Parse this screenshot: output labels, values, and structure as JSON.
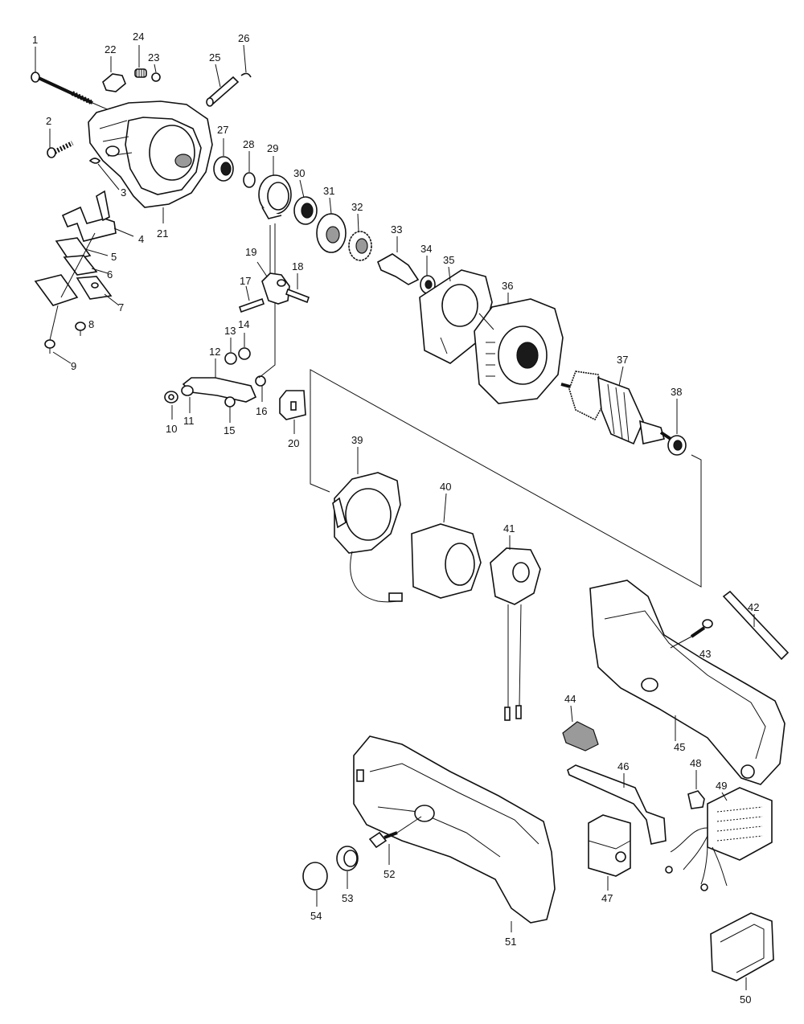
{
  "labels": {
    "p1": "1",
    "p2": "2",
    "p3": "3",
    "p4": "4",
    "p5": "5",
    "p6": "6",
    "p7": "7",
    "p8": "8",
    "p9": "9",
    "p10": "10",
    "p11": "11",
    "p12": "12",
    "p13": "13",
    "p14": "14",
    "p15": "15",
    "p16": "16",
    "p17": "17",
    "p18": "18",
    "p19": "19",
    "p20": "20",
    "p21": "21",
    "p22": "22",
    "p23": "23",
    "p24": "24",
    "p25": "25",
    "p26": "26",
    "p27": "27",
    "p28": "28",
    "p29": "29",
    "p30": "30",
    "p31": "31",
    "p32": "32",
    "p33": "33",
    "p34": "34",
    "p35": "35",
    "p36": "36",
    "p37": "37",
    "p38": "38",
    "p39": "39",
    "p40": "40",
    "p41": "41",
    "p42": "42",
    "p43": "43",
    "p44": "44",
    "p45": "45",
    "p46": "46",
    "p47": "47",
    "p48": "48",
    "p49": "49",
    "p50": "50",
    "p51": "51",
    "p52": "52",
    "p53": "53",
    "p54": "54"
  }
}
